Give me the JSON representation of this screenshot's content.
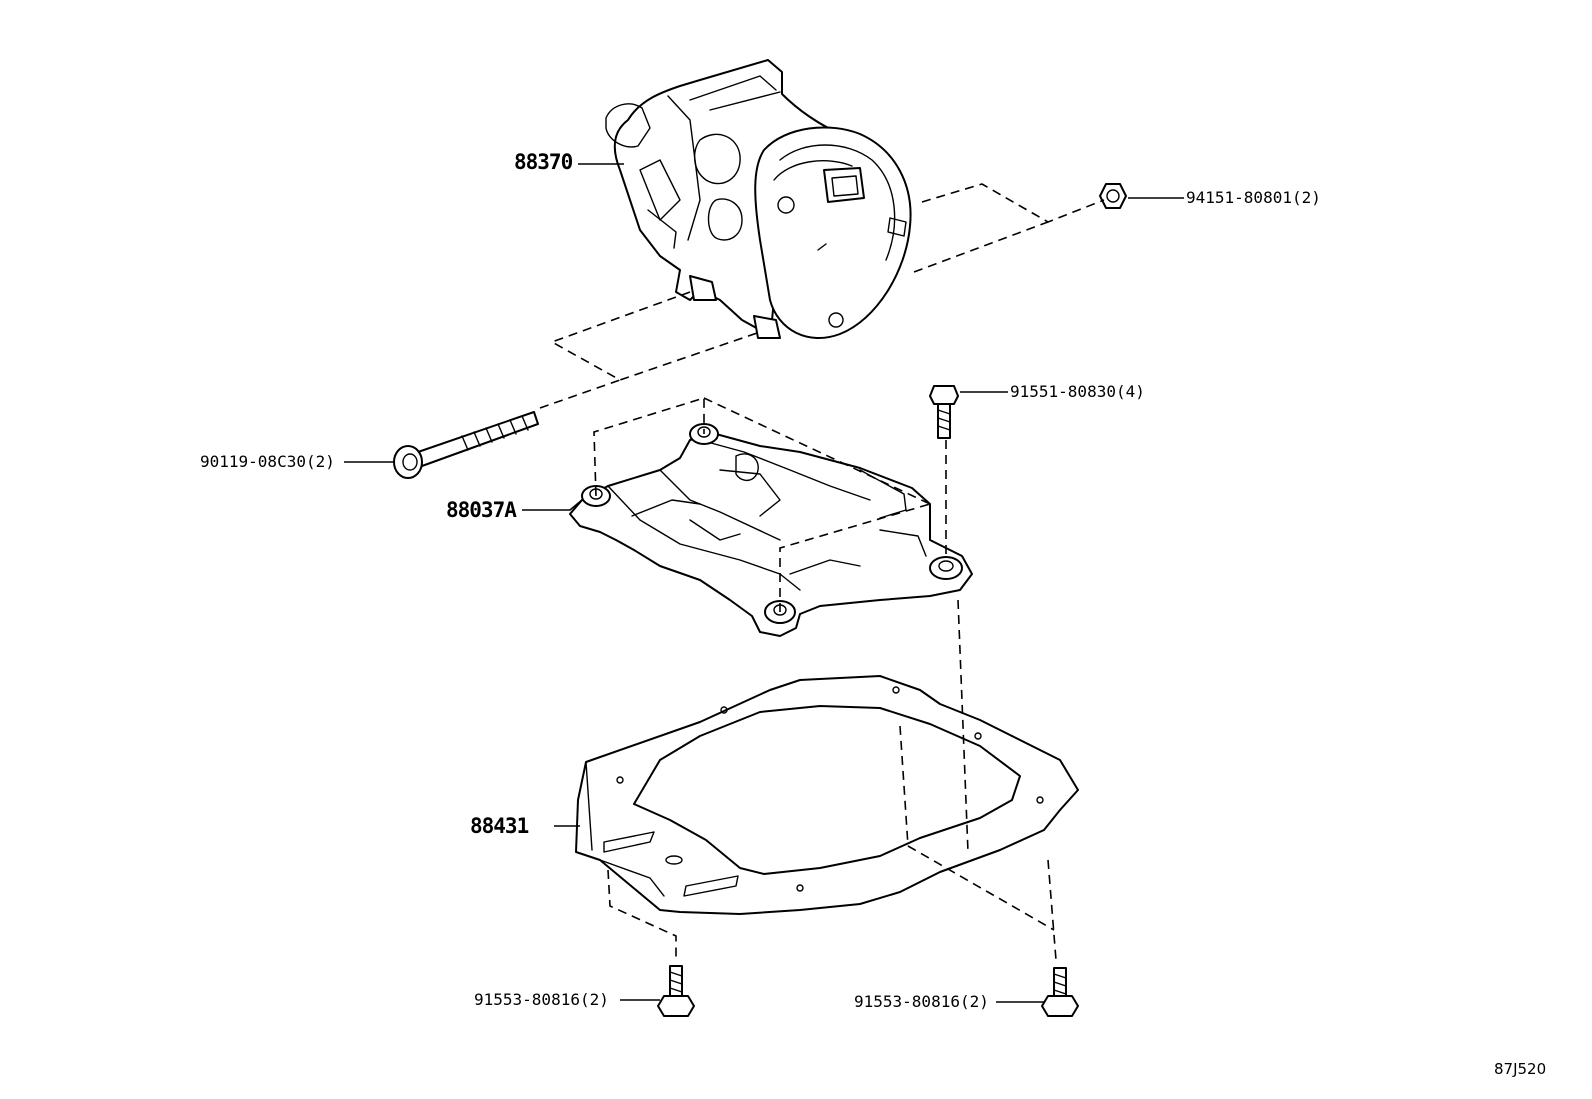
{
  "parts": {
    "compressor": {
      "number": "88370"
    },
    "nut": {
      "number": "94151-80801(2)"
    },
    "bracket_bolt": {
      "number": "91551-80830(4)"
    },
    "long_bolt": {
      "number": "90119-08C30(2)"
    },
    "bracket": {
      "number": "88037A"
    },
    "cover_plate": {
      "number": "88431"
    },
    "bottom_bolt_left": {
      "number": "91553-80816(2)"
    },
    "bottom_bolt_right": {
      "number": "91553-80816(2)"
    }
  },
  "illustration_code": "87J520"
}
